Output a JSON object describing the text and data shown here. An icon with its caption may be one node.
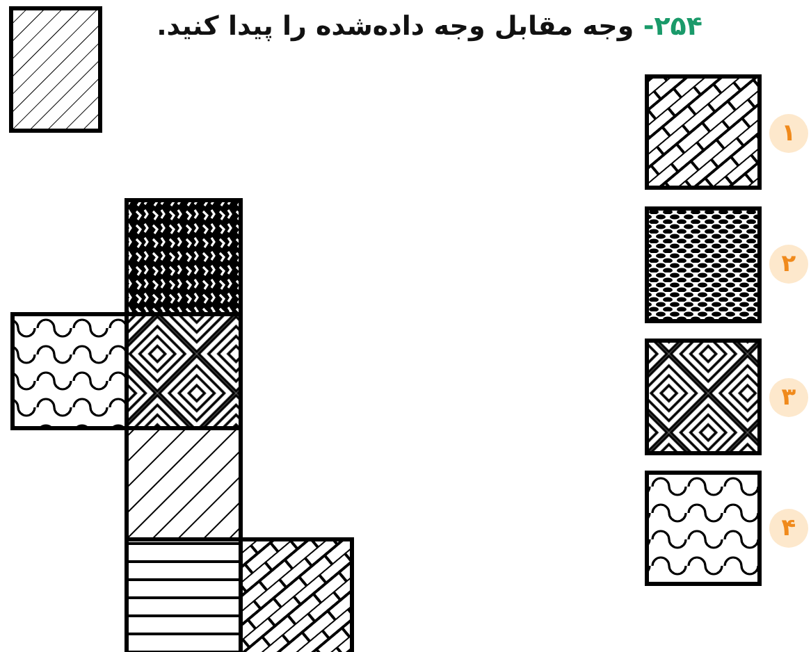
{
  "diagram": {
    "title": "۲۵۴- وجه مقابل وجه داده‌شده را پیدا کنید.",
    "nodes": [
      {
        "text": [],
        "shape": "box"
      },
      {
        "text": [],
        "shape": "box"
      },
      {
        "text": [
          "۱"
        ]
      },
      {
        "text": [],
        "shape": "box"
      },
      {
        "text": [
          "۲"
        ]
      },
      {
        "text": [],
        "shape": "box"
      },
      {
        "text": [
          "۳"
        ]
      },
      {
        "text": [],
        "shape": "box"
      },
      {
        "text": [
          "۴"
        ]
      },
      {
        "text": [],
        "shape": "box"
      },
      {
        "text": [],
        "shape": "box"
      },
      {
        "text": [],
        "shape": "box"
      },
      {
        "text": [],
        "shape": "box"
      },
      {
        "text": [],
        "shape": "box"
      },
      {
        "text": [],
        "shape": "box"
      }
    ]
  }
}
